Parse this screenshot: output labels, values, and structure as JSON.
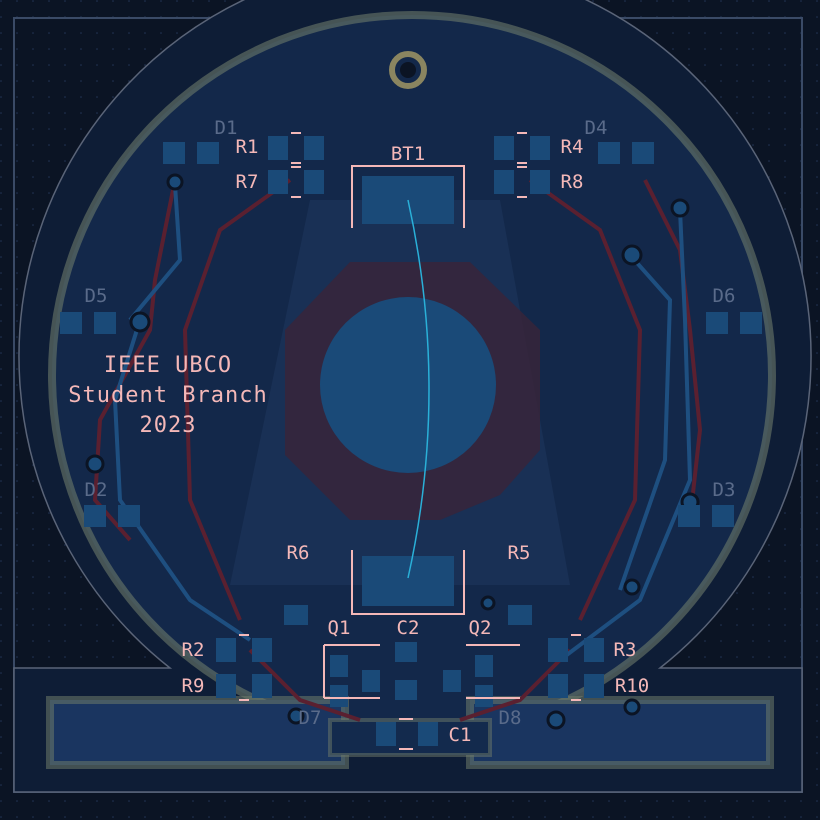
{
  "board": {
    "branch_text": [
      "IEEE UBCO",
      "Student Branch",
      "2023"
    ]
  },
  "labels": {
    "bt1": "BT1",
    "r1": "R1",
    "r2": "R2",
    "r3": "R3",
    "r4": "R4",
    "r5": "R5",
    "r6": "R6",
    "r7": "R7",
    "r8": "R8",
    "r9": "R9",
    "r10": "R10",
    "c1": "C1",
    "c2": "C2",
    "q1": "Q1",
    "q2": "Q2",
    "d1": "D1",
    "d2": "D2",
    "d3": "D3",
    "d4": "D4",
    "d5": "D5",
    "d6": "D6",
    "d7": "D7",
    "d8": "D8"
  },
  "colors": {
    "background": "#0b1424",
    "board_fill": "#13284a",
    "pad": "#1a4a78",
    "silkscreen": "#f4b8b8",
    "outline": "#8a93a3",
    "trace_red": "#5a2030",
    "trace_blue": "#1e4f80",
    "ratsnest": "#2ab0d8"
  }
}
